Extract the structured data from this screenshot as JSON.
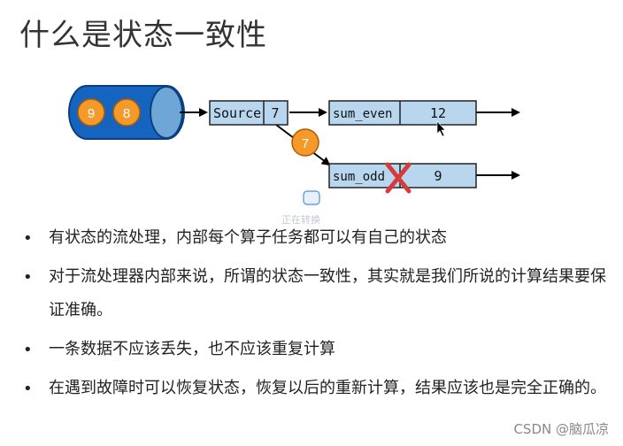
{
  "slide": {
    "title": "什么是状态一致性",
    "bullets": [
      "有状态的流处理，内部每个算子任务都可以有自己的状态",
      "对于流处理器内部来说，所谓的状态一致性，其实就是我们所说的计算结果要保证准确。",
      "一条数据不应该丢失，也不应该重复计算",
      "在遇到故障时可以恢复状态，恢复以后的重新计算，结果应该也是完全正确的。"
    ],
    "bullet_symbol": "•"
  },
  "diagram": {
    "queue_items": [
      "9",
      "8"
    ],
    "source": {
      "label": "Source",
      "value": "7"
    },
    "sum_even": {
      "label": "sum_even",
      "value": "12"
    },
    "sum_odd": {
      "label": "sum_odd",
      "value": "9"
    },
    "in_flight_event": "7",
    "colors": {
      "queue_fill": "#1565c0",
      "queue_end": "#6ea6d8",
      "box_fill": "#b9d6ef",
      "event_fill": "#f39a2b",
      "cross": "#d73a3a"
    }
  },
  "overlay": {
    "label": "正在转换",
    "watermark": "CSDN @脑瓜凉"
  }
}
